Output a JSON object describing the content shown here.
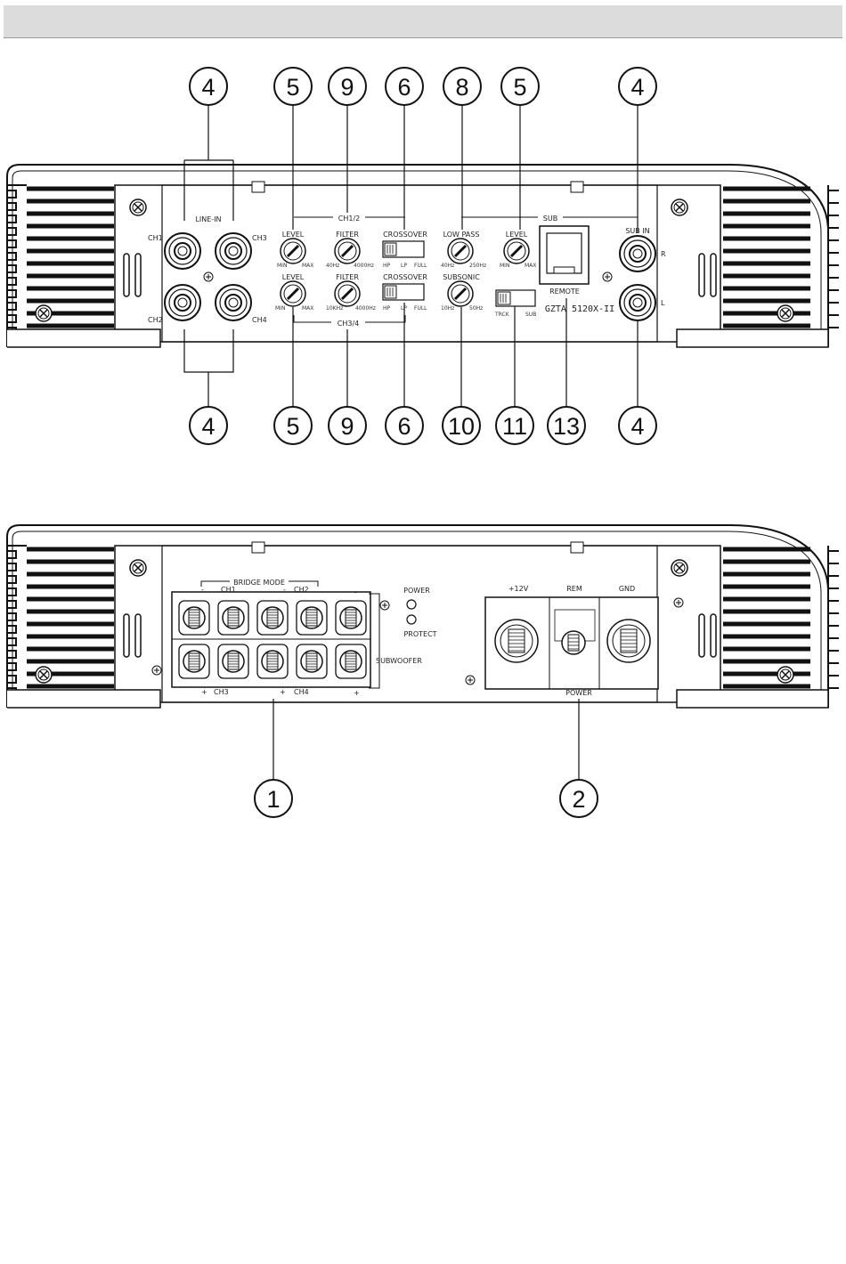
{
  "header_bar": "",
  "callouts": {
    "top": [
      "4",
      "5",
      "9",
      "6",
      "8",
      "5",
      "4"
    ],
    "middle": [
      "4",
      "5",
      "9",
      "6",
      "10",
      "11",
      "13",
      "4"
    ],
    "bottom": [
      "1",
      "2"
    ]
  },
  "input_panel": {
    "line_in": "LINE-IN",
    "ch1": "CH1",
    "ch2": "CH2",
    "ch3": "CH3",
    "ch4": "CH4",
    "group_ch12": "CH1/2",
    "group_ch34": "CH3/4",
    "group_sub": "SUB",
    "level": "LEVEL",
    "filter": "FILTER",
    "crossover": "CROSSOVER",
    "low_pass": "LOW PASS",
    "subsonic": "SUBSONIC",
    "remote": "REMOTE",
    "sub_in": "SUB IN",
    "r": "R",
    "l": "L",
    "min": "MIN",
    "max": "MAX",
    "f40hz": "40Hz",
    "f4000hz": "4000Hz",
    "f10khz": "10KHz",
    "f250hz": "250Hz",
    "f10hz": "10Hz",
    "f50hz": "50Hz",
    "hp": "HP",
    "lp": "LP",
    "full": "FULL",
    "track": "TRCK",
    "sub": "SUB",
    "model": "GZTA 5120X-II"
  },
  "output_panel": {
    "bridge_mode": "BRIDGE MODE",
    "ch1": "CH1",
    "ch2": "CH2",
    "ch3": "CH3",
    "ch4": "CH4",
    "subwoofer": "SUBWOOFER",
    "minus": "-",
    "plus": "+",
    "power_led": "POWER",
    "protect_led": "PROTECT",
    "plus12v": "+12V",
    "rem": "REM",
    "gnd": "GND",
    "power": "POWER"
  }
}
